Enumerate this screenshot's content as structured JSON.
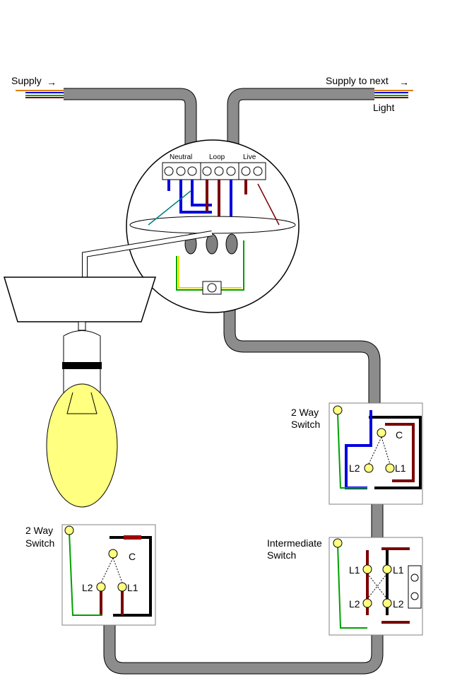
{
  "labels": {
    "supply": "Supply",
    "supply_next_line1": "Supply to next",
    "supply_next_line2": "Light",
    "neutral": "Neutral",
    "loop": "Loop",
    "live": "Live",
    "switch_right": {
      "line1": "2 Way",
      "line2": "Switch",
      "c": "C",
      "l1": "L1",
      "l2": "L2"
    },
    "switch_left": {
      "line1": "2 Way",
      "line2": "Switch",
      "c": "C",
      "l1": "L1",
      "l2": "L2"
    },
    "intermediate": {
      "line1": "Intermediate",
      "line2": "Switch",
      "l1_left": "L1",
      "l1_right": "L1",
      "l2_left": "L2",
      "l2_right": "L2"
    }
  },
  "arrows": {
    "right": "→"
  },
  "colors": {
    "cable_sheath": "#8c8c8c",
    "cable_inner": "#c0c0c0",
    "neutral_blue": "#0000e0",
    "live_brown": "#7a0000",
    "switch_black": "#000000",
    "earth_green": "#00a000",
    "earth_yellow": "#e0e000",
    "bulb_yellow": "#ffff80",
    "terminal_yellow": "#ffff80",
    "sleeve_red": "#a00000"
  }
}
